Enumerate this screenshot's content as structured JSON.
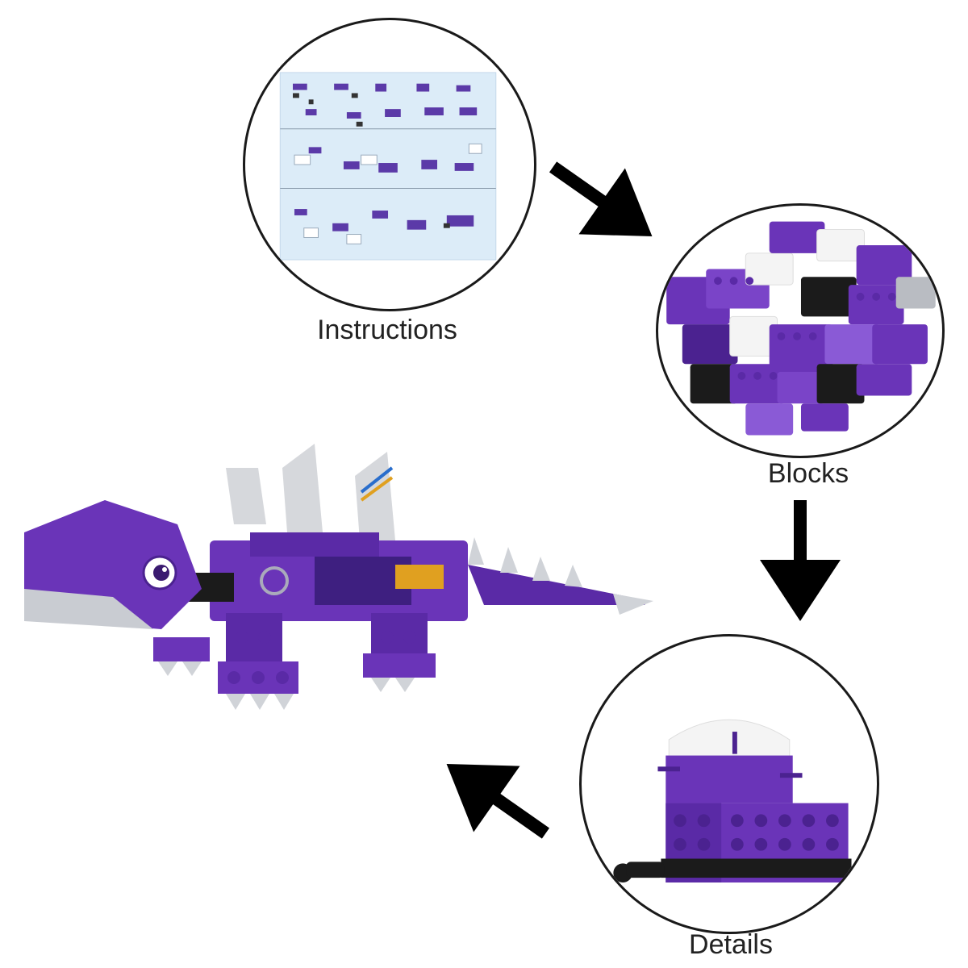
{
  "steps": [
    {
      "id": "instructions",
      "label": "Instructions"
    },
    {
      "id": "blocks",
      "label": "Blocks"
    },
    {
      "id": "details",
      "label": "Details"
    }
  ],
  "colors": {
    "purple": "#6a34b8",
    "purple_dark": "#4b2290",
    "purple_light": "#8a5ad6",
    "black": "#1b1b1b",
    "white": "#f4f4f4",
    "gray": "#b9bcc2",
    "sheet": "#dcecf8",
    "accent_yellow": "#e0a020",
    "accent_blue": "#2a6ecc",
    "arrow": "#000000"
  },
  "icons": {
    "arrow": "arrow-icon",
    "dinosaur": "stegosaurus-model"
  }
}
